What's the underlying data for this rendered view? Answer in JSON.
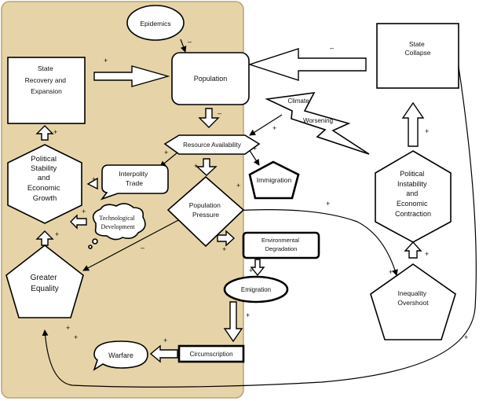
{
  "nodes": {
    "epidemics": "Epidemics",
    "population": "Population",
    "state_collapse": [
      "State",
      "Collapse"
    ],
    "state_recovery": [
      "State",
      "Recovery and",
      "Expansion"
    ],
    "climate": "Climate",
    "worsening": "Worsening",
    "resource_availability": "Resource Availability",
    "immigration": "Immigration",
    "interpolity_trade": [
      "Interpolity",
      "Trade"
    ],
    "political_stability": [
      "Political",
      "Stability",
      "and",
      "Economic",
      "Growth"
    ],
    "population_pressure": [
      "Population",
      "Pressure"
    ],
    "technological_development": [
      "Technological",
      "Development"
    ],
    "political_instability": [
      "Political",
      "Instability",
      "and",
      "Economic",
      "Contraction"
    ],
    "environmental_degradation": [
      "Environmental",
      "Degradation"
    ],
    "greater_equality": [
      "Greater",
      "Equality"
    ],
    "emigration": "Emigration",
    "inequality_overshoot": [
      "Inequality",
      "Overshoot"
    ],
    "warfare": "Warfare",
    "circumscription": "Circumscription"
  },
  "signs": {
    "plus": "+",
    "minus": "–"
  },
  "colors": {
    "panel": "#e6d4a8",
    "panel_border": "#b9a473",
    "stroke": "#000000",
    "node_fill": "#ffffff"
  }
}
